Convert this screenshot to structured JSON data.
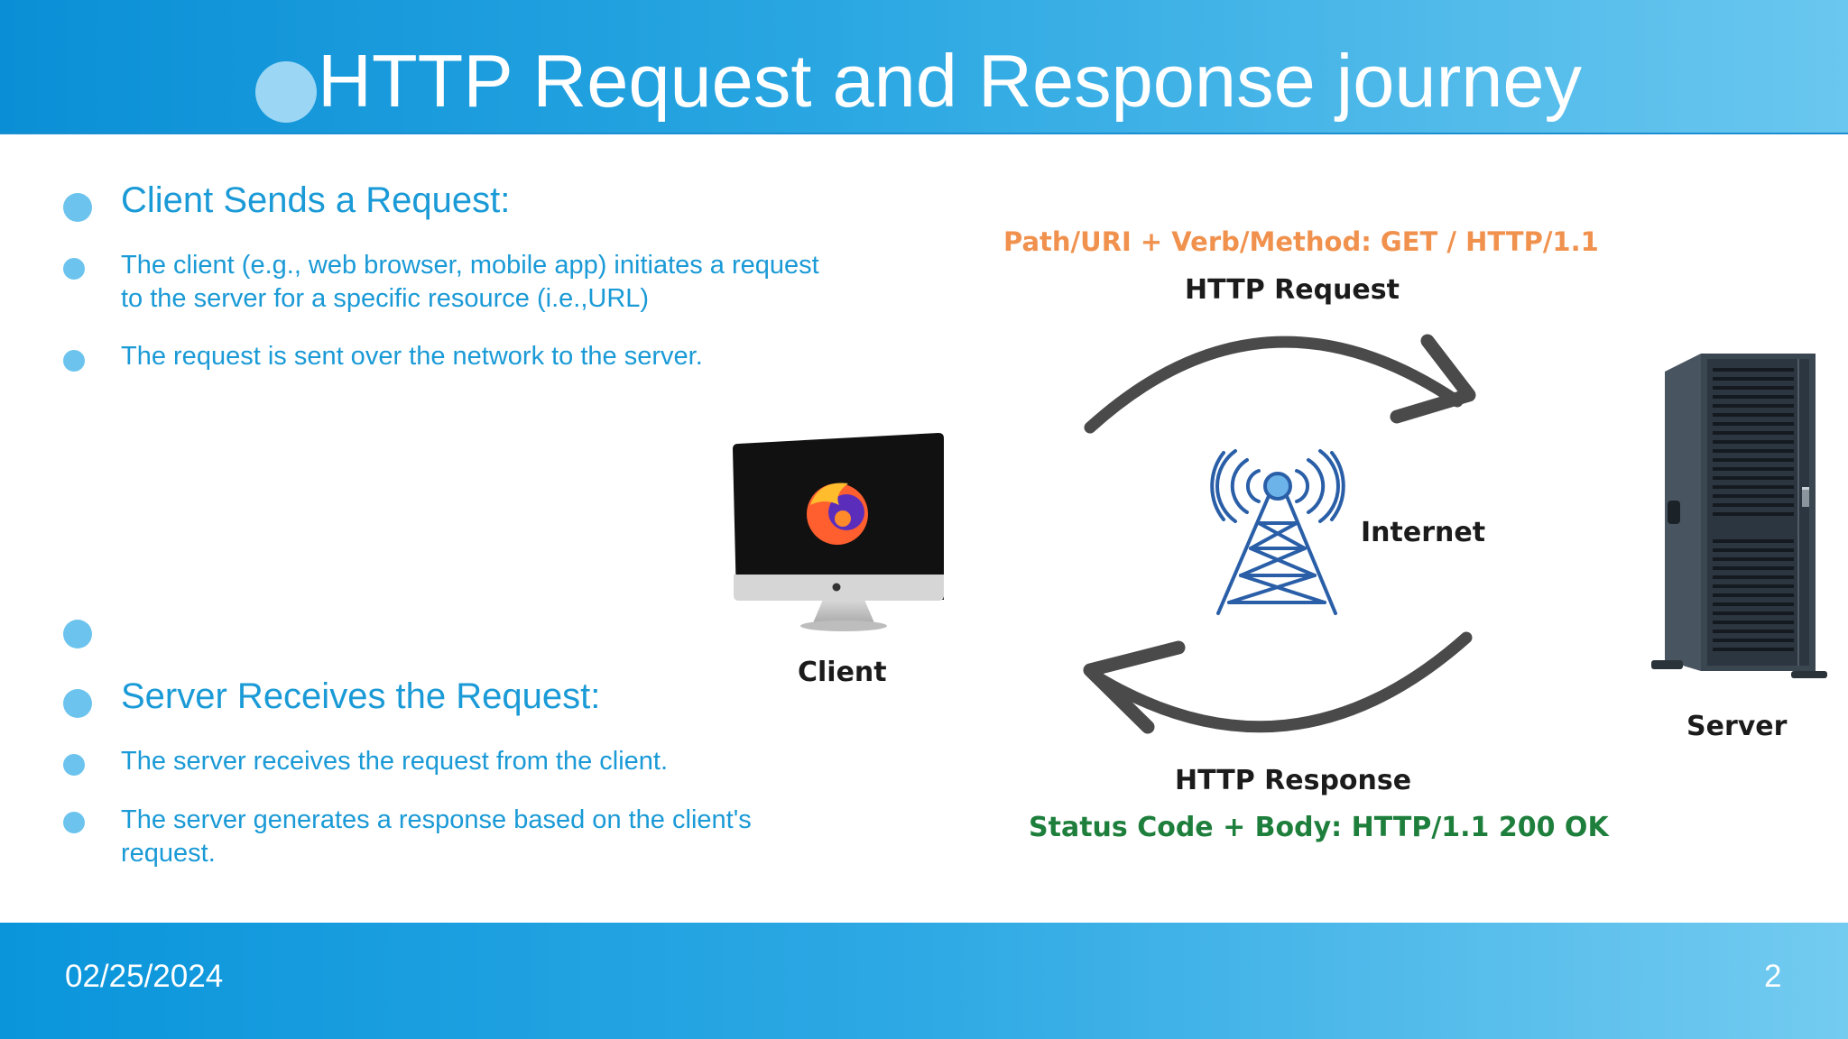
{
  "slide": {
    "title": "HTTP Request and Response journey",
    "date": "02/25/2024",
    "page_number": "2"
  },
  "content": {
    "section1": {
      "heading": "Client Sends a Request:",
      "bullets": [
        "The client (e.g., web browser, mobile app) initiates a request to the server for a specific resource (i.e.,URL)",
        "The request is sent over the network to the server."
      ]
    },
    "section2": {
      "heading": "Server Receives the Request:",
      "bullets": [
        "The server receives the request from the client.",
        "The server generates a response based on the client's request."
      ]
    }
  },
  "diagram": {
    "request_detail": "Path/URI + Verb/Method: GET / HTTP/1.1",
    "request_label": "HTTP Request",
    "internet_label": "Internet",
    "client_label": "Client",
    "server_label": "Server",
    "response_label": "HTTP Response",
    "response_detail": "Status Code + Body: HTTP/1.1 200 OK",
    "colors": {
      "request_detail": "#f0914e",
      "response_detail": "#1e7f3c",
      "arrow": "#4a4a4a",
      "tower": "#2a5fa8",
      "accent": "#1a9ad6"
    }
  }
}
